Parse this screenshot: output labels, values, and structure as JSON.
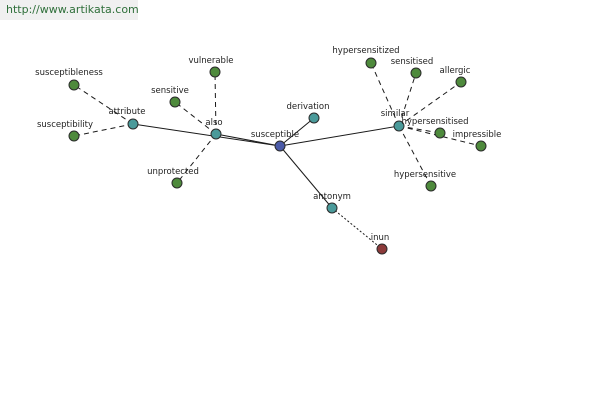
{
  "source_url": "http://www.artikata.com",
  "colors": {
    "root": "#4a5aa8",
    "relation": "#4a9a9a",
    "word": "#4e8a3c",
    "antonym_word": "#8c3a3a"
  },
  "nodes": {
    "susceptible": {
      "label": "susceptible",
      "kind": "root"
    },
    "attribute": {
      "label": "attribute",
      "kind": "relation"
    },
    "also": {
      "label": "also",
      "kind": "relation"
    },
    "derivation": {
      "label": "derivation",
      "kind": "relation"
    },
    "similar": {
      "label": "similar",
      "kind": "relation"
    },
    "antonym": {
      "label": "antonym",
      "kind": "relation"
    },
    "susceptibleness": {
      "label": "susceptibleness",
      "kind": "word"
    },
    "susceptibility": {
      "label": "susceptibility",
      "kind": "word"
    },
    "vulnerable": {
      "label": "vulnerable",
      "kind": "word"
    },
    "sensitive": {
      "label": "sensitive",
      "kind": "word"
    },
    "unprotected": {
      "label": "unprotected",
      "kind": "word"
    },
    "hypersensitized": {
      "label": "hypersensitized",
      "kind": "word"
    },
    "sensitised": {
      "label": "sensitised",
      "kind": "word"
    },
    "allergic": {
      "label": "allergic",
      "kind": "word"
    },
    "hypersensitised": {
      "label": "hypersensitised",
      "kind": "word"
    },
    "impressible": {
      "label": "impressible",
      "kind": "word"
    },
    "hypersensitive": {
      "label": "hypersensitive",
      "kind": "word"
    },
    "inun": {
      "label": "in­un",
      "kind": "antonym_word"
    }
  },
  "edges": [
    {
      "from": "susceptible",
      "to": "attribute",
      "style": "solid"
    },
    {
      "from": "susceptible",
      "to": "also",
      "style": "solid"
    },
    {
      "from": "susceptible",
      "to": "derivation",
      "style": "solid"
    },
    {
      "from": "susceptible",
      "to": "similar",
      "style": "solid"
    },
    {
      "from": "susceptible",
      "to": "antonym",
      "style": "solid"
    },
    {
      "from": "attribute",
      "to": "susceptibleness",
      "style": "dashed"
    },
    {
      "from": "attribute",
      "to": "susceptibility",
      "style": "dashed"
    },
    {
      "from": "also",
      "to": "vulnerable",
      "style": "dashed"
    },
    {
      "from": "also",
      "to": "sensitive",
      "style": "dashed"
    },
    {
      "from": "also",
      "to": "unprotected",
      "style": "dashed"
    },
    {
      "from": "similar",
      "to": "hypersensitized",
      "style": "dashed"
    },
    {
      "from": "similar",
      "to": "sensitised",
      "style": "dashed"
    },
    {
      "from": "similar",
      "to": "allergic",
      "style": "dashed"
    },
    {
      "from": "similar",
      "to": "hypersensitised",
      "style": "dashed"
    },
    {
      "from": "similar",
      "to": "impressible",
      "style": "dashed"
    },
    {
      "from": "similar",
      "to": "hypersensitive",
      "style": "dashed"
    },
    {
      "from": "antonym",
      "to": "inun",
      "style": "dotted"
    }
  ]
}
